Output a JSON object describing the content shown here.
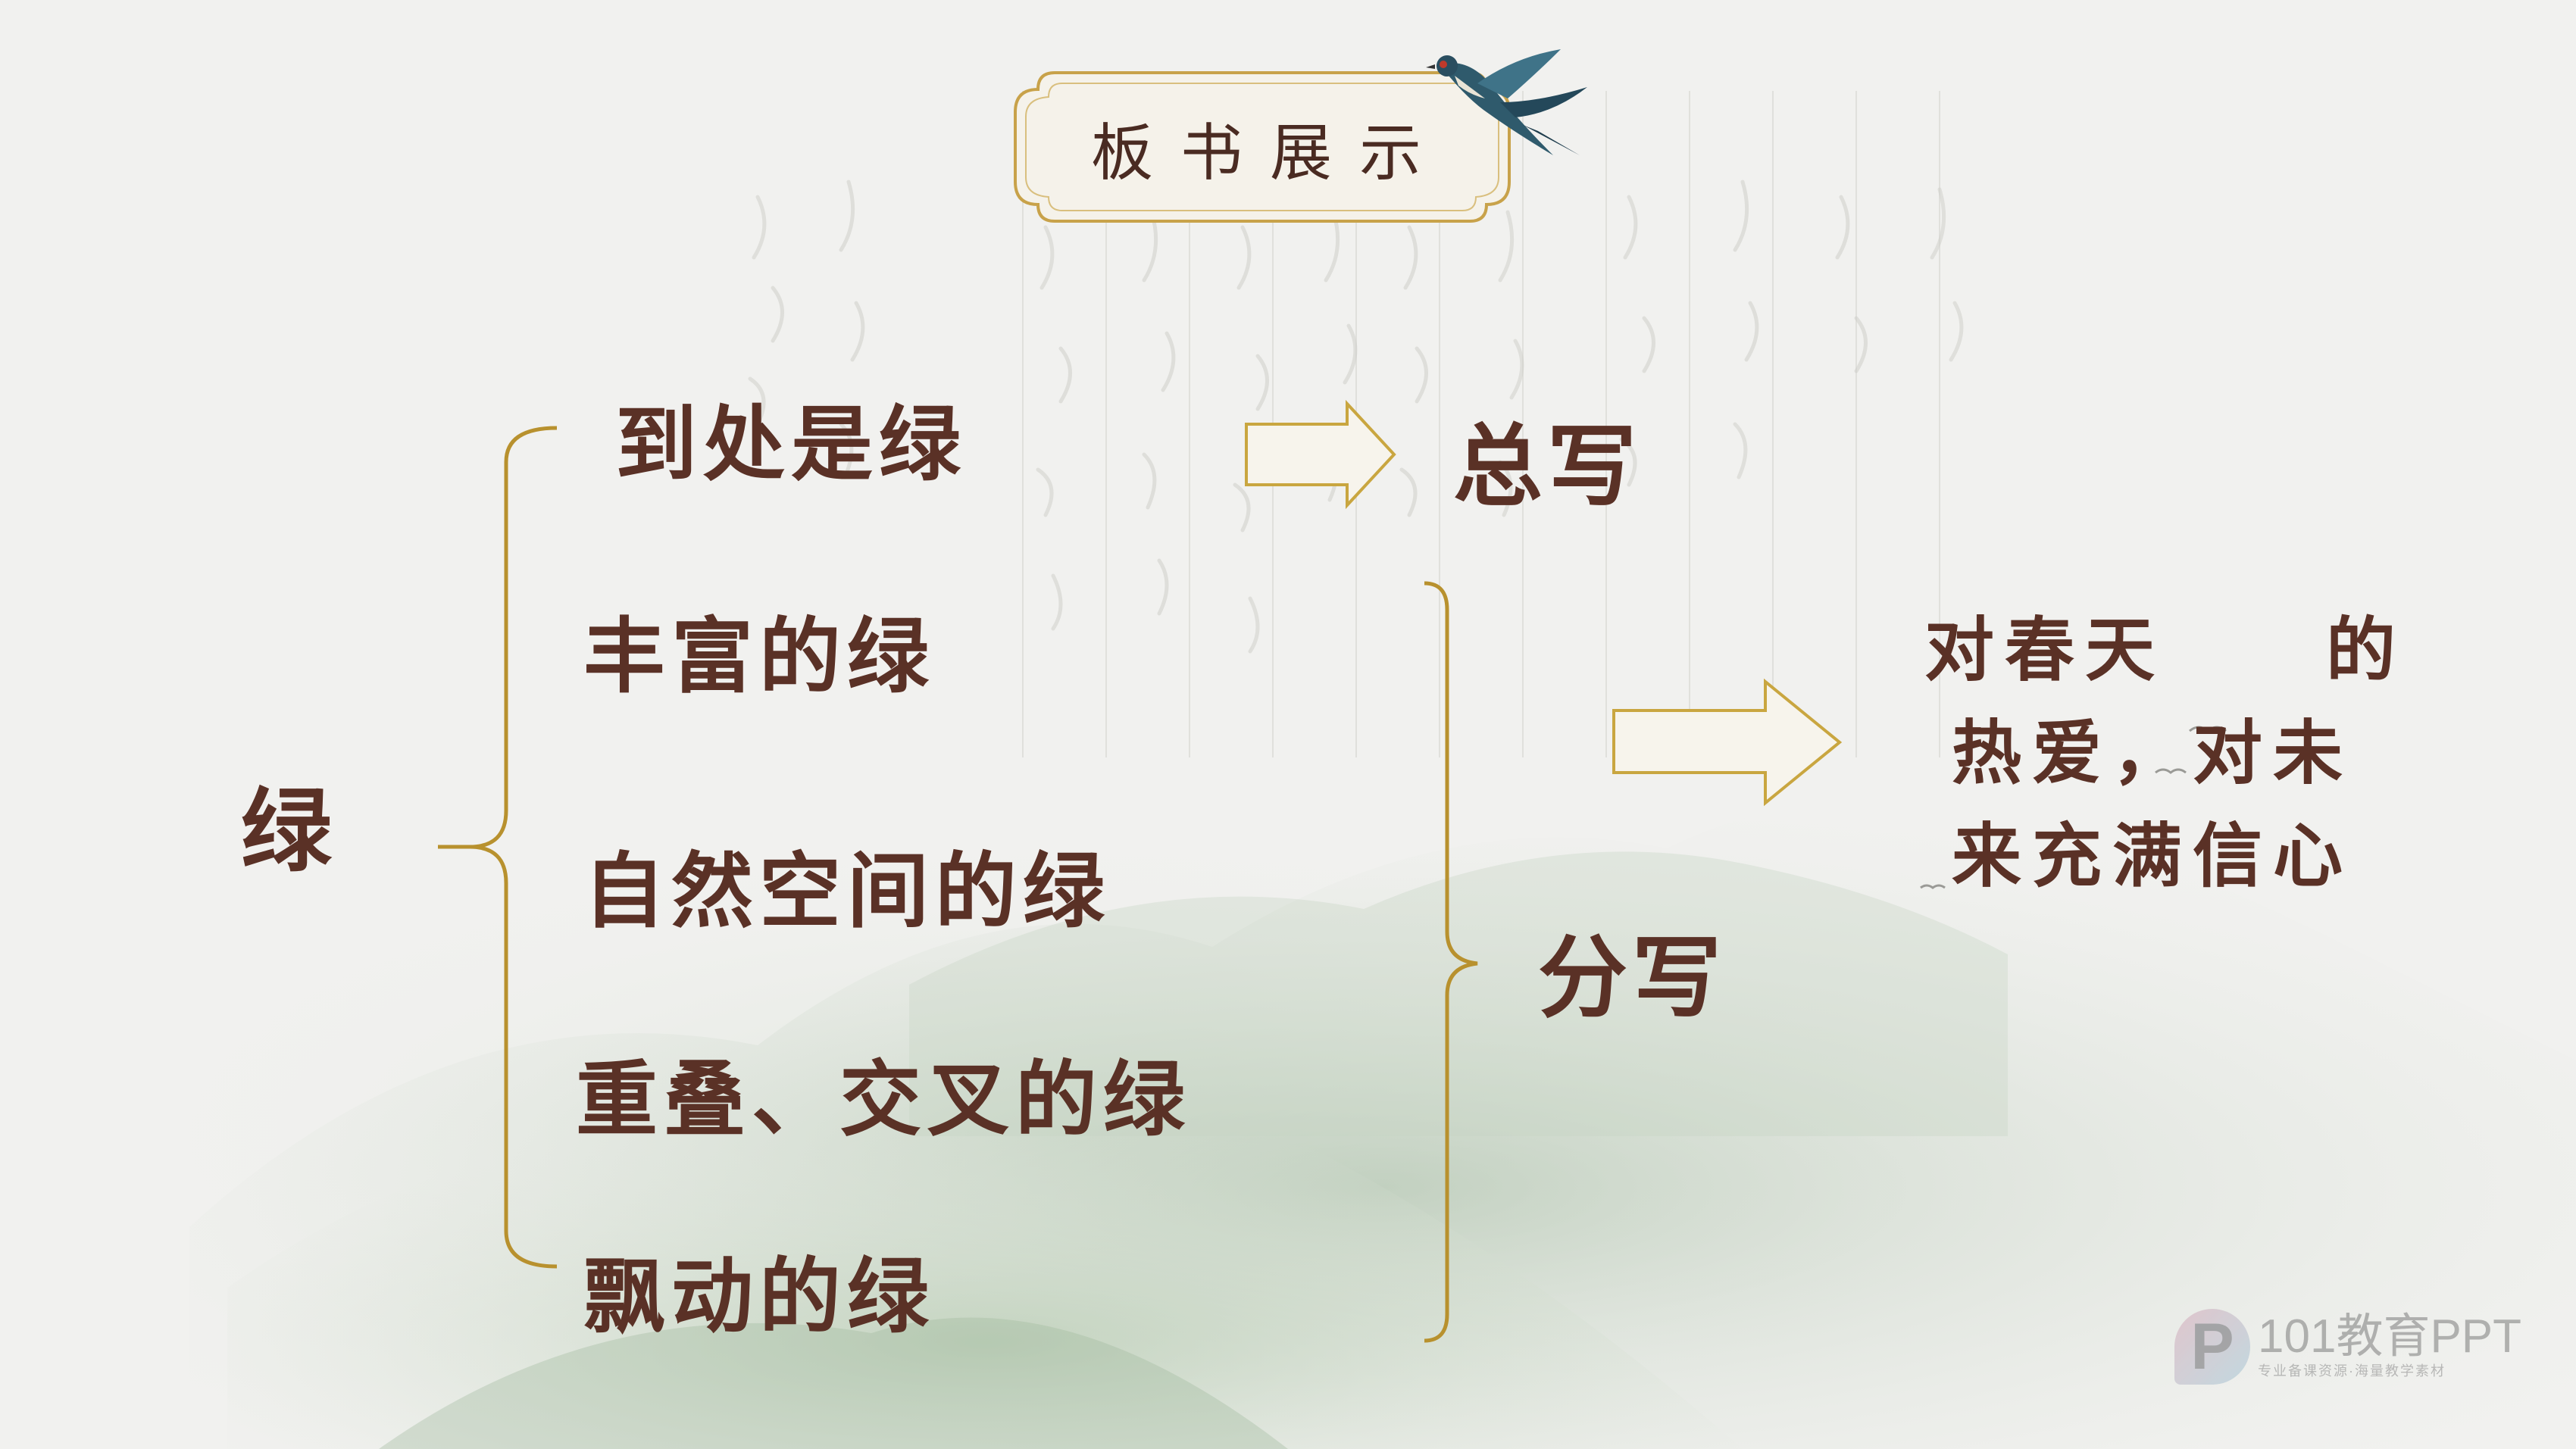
{
  "title": "板书展示",
  "root": "绿",
  "branches": [
    "到处是绿",
    "丰富的绿",
    "自然空间的绿",
    "重叠、交叉的绿",
    "飘动的绿"
  ],
  "labels": {
    "general": "总写",
    "detailed": "分写"
  },
  "conclusion": [
    "对春天　　的",
    "热爱，对未",
    "来充满信心"
  ],
  "logo": {
    "main": "101教育PPT",
    "sub": "专业备课资源·海量教学素材"
  },
  "colors": {
    "text": "#5a3126",
    "bracket": "#b8912e",
    "arrow": "#c9a640",
    "background": "#f1f1ef"
  }
}
